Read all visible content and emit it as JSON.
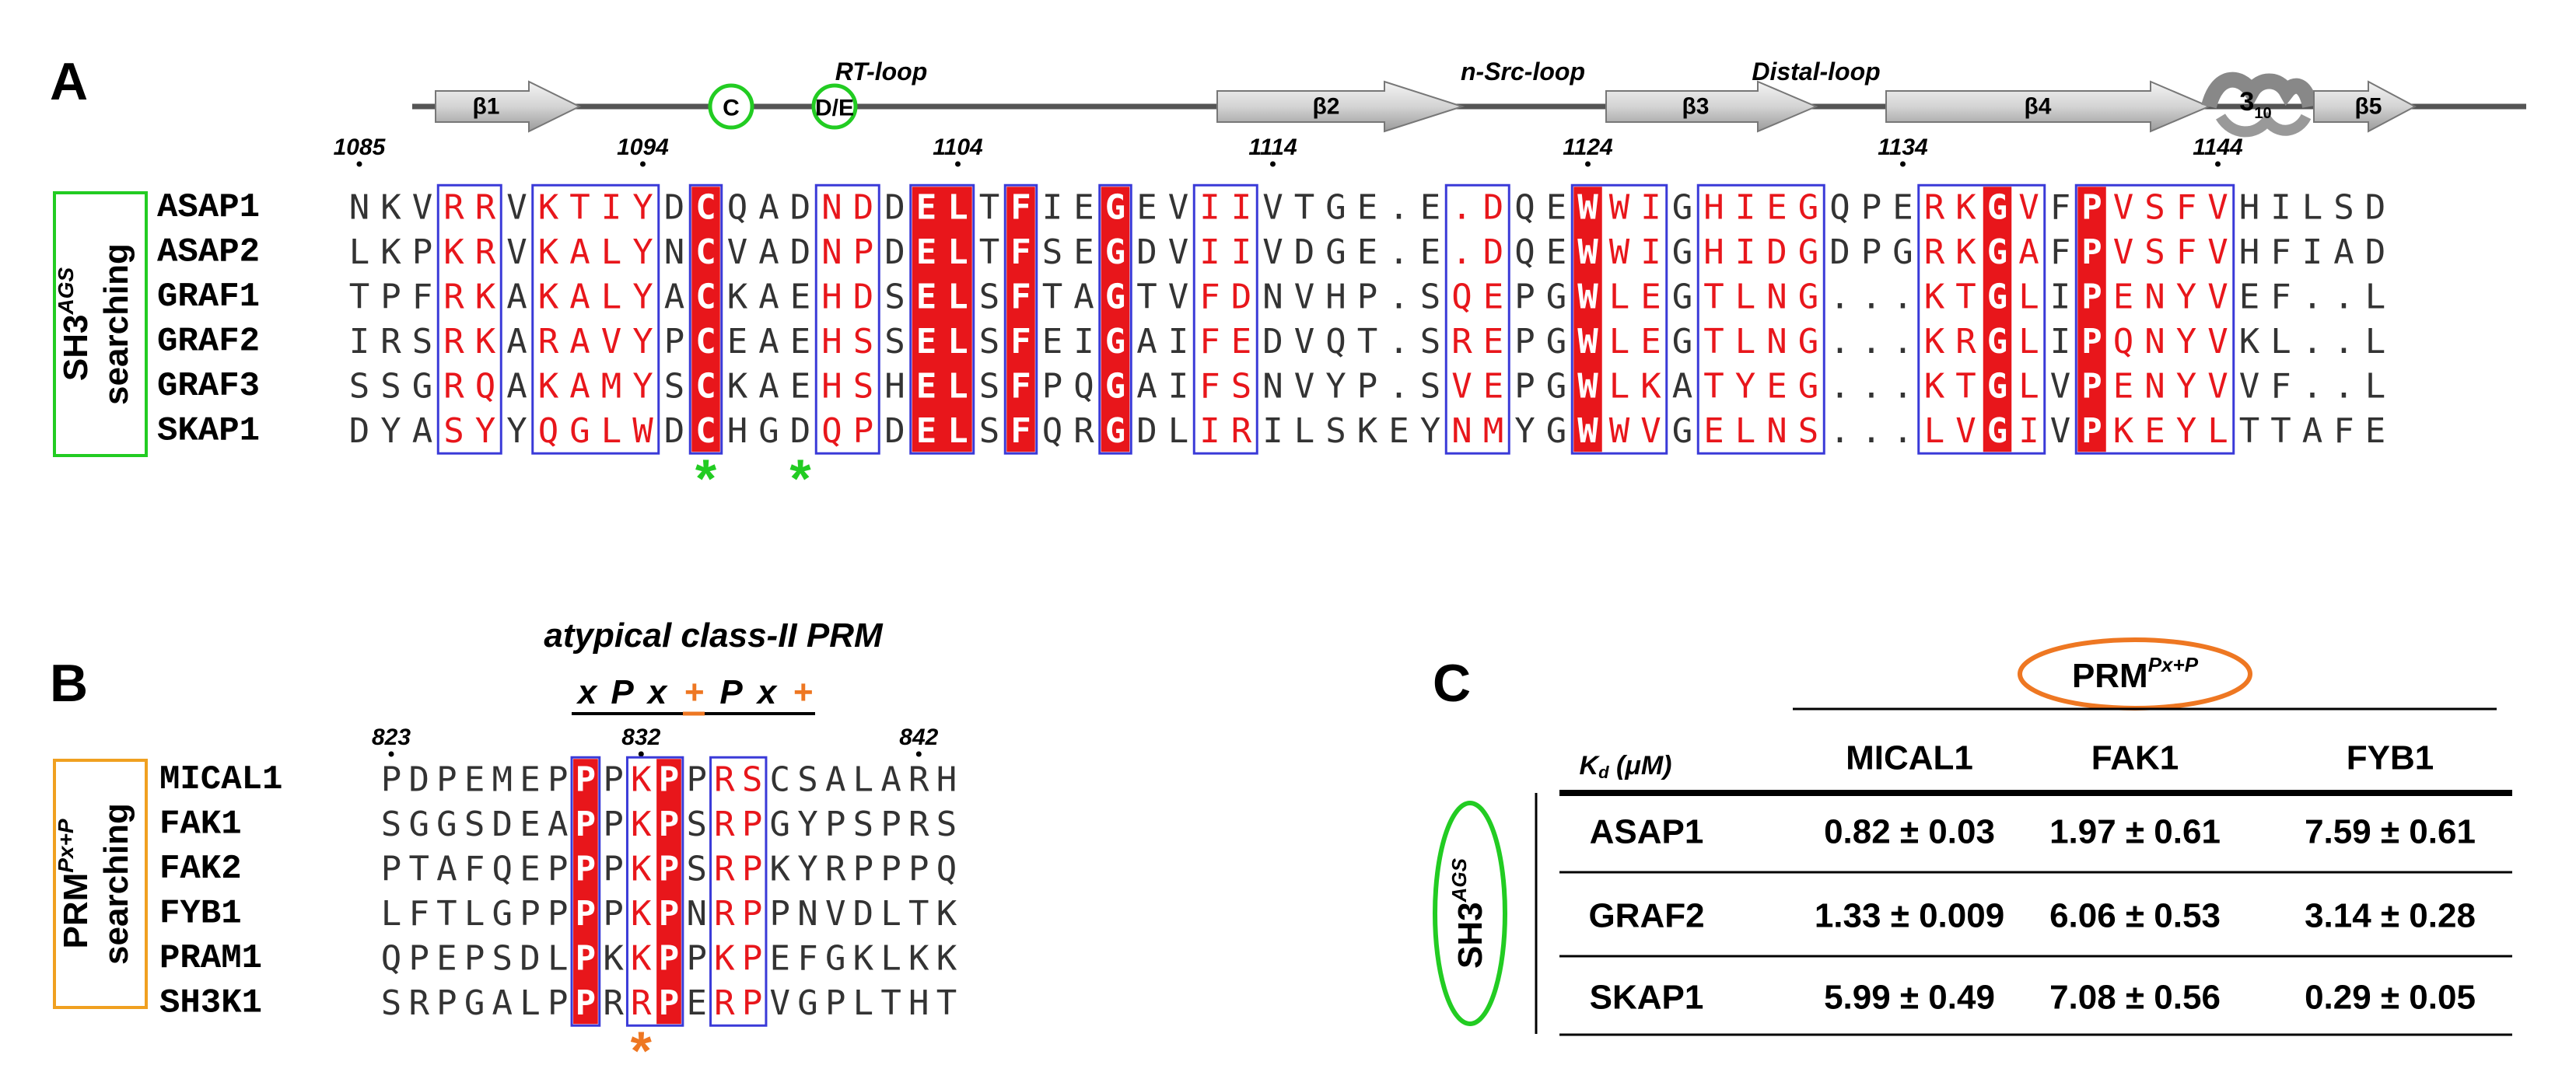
{
  "panelA": {
    "letter": "A",
    "group_label": [
      "SH3",
      "AGS",
      "searching"
    ],
    "numbers": [
      {
        "text": "1085",
        "col": 0
      },
      {
        "text": "1094",
        "col": 9
      },
      {
        "text": "1104",
        "col": 19
      },
      {
        "text": "1114",
        "col": 29
      },
      {
        "text": "1124",
        "col": 39
      },
      {
        "text": "1134",
        "col": 49
      },
      {
        "text": "1144",
        "col": 59
      }
    ],
    "loops": [
      "RT-loop",
      "n-Src-loop",
      "Distal-loop"
    ],
    "strands": [
      "β1",
      "β2",
      "β3",
      "β4",
      "β5"
    ],
    "helix": {
      "main": "3",
      "sub": "10"
    },
    "circles": [
      "C",
      "D/E"
    ],
    "sequences": [
      {
        "name": "ASAP1",
        "seq": "NKVRRVKTIYDCQADNDDELTFIEGEVIIVTGE.E.DQEWWIGHIEGQPERKGVFPVSFVHILSD"
      },
      {
        "name": "ASAP2",
        "seq": "LKPKRVKALYNCVADNPDELTFSEGDVIIVDGE.E.DQEWWIGHIDGDPGRKGAFPVSFVHFIAD"
      },
      {
        "name": "GRAF1",
        "seq": "TPFRKAKALYACKAEHDSELSFTAGTVFDNVHP.SQEPGWLEGTLNG...KTGLIPENYVEF..L"
      },
      {
        "name": "GRAF2",
        "seq": "IRSRKARAVYPCEAEHSSELSFEIGAIFEDVQT.SREPGWLEGTLNG...KRGLIPQNYVKL..L"
      },
      {
        "name": "GRAF3",
        "seq": "SSGRQAKAMYSCKAEHSHELSFPQGAIFSNVYP.SVEPGWLKATYEG...KTGLVPENYVVF..L"
      },
      {
        "name": "SKAP1",
        "seq": "DYASYYQGLWDCHGDQPDELSFQRGDLIRILSKEYNMYGWWVGELNS...LVGIVPKEYLTTAFE"
      }
    ],
    "star_text": "*"
  },
  "panelB": {
    "letter": "B",
    "title": "atypical class-II PRM",
    "motif": [
      "x",
      "P",
      "x",
      "+",
      "P",
      "x",
      "+"
    ],
    "group_label": [
      "PRM",
      "Px+P",
      "searching"
    ],
    "numbers": [
      {
        "text": "823",
        "col": 0
      },
      {
        "text": "832",
        "col": 9
      },
      {
        "text": "842",
        "col": 19
      }
    ],
    "sequences": [
      {
        "name": "MICAL1",
        "seq": "PDPEMEPPPKPPRSCSALARH"
      },
      {
        "name": "FAK1",
        "seq": "SGGSDEAPPKPSRPGYPSPRS"
      },
      {
        "name": "FAK2",
        "seq": "PTAFQEPPPKPSRPKYRPPPQ"
      },
      {
        "name": "FYB1",
        "seq": "LFTLGPPPPKPNRPPNVDLTK"
      },
      {
        "name": "PRAM1",
        "seq": "QPEPSDLPKKPPKPEFGKLKK"
      },
      {
        "name": "SH3K1",
        "seq": "SRPGALPPRRPERPVGPLTHT"
      }
    ],
    "star_text": "*"
  },
  "panelC": {
    "letter": "C",
    "header_oval": [
      "PRM",
      "Px+P"
    ],
    "kd_label": [
      "K",
      "d",
      " (μM)"
    ],
    "row_group": [
      "SH3",
      "AGS"
    ],
    "columns": [
      "MICAL1",
      "FAK1",
      "FYB1"
    ],
    "rows": [
      {
        "name": "ASAP1",
        "values": [
          "0.82 ± 0.03",
          "1.97 ± 0.61",
          "7.59 ± 0.61"
        ]
      },
      {
        "name": "GRAF2",
        "values": [
          "1.33 ± 0.009",
          "6.06 ± 0.53",
          "3.14 ± 0.28"
        ]
      },
      {
        "name": "SKAP1",
        "values": [
          "5.99 ± 0.49",
          "7.08 ± 0.56",
          "0.29 ± 0.05"
        ]
      }
    ]
  },
  "colors": {
    "conserved_bg": "#e8161b",
    "similar_text": "#e8161b",
    "box": "#3a3ad8",
    "green": "#22cc22",
    "orange": "#ee7722",
    "strand_fill": "#d9d9d9"
  }
}
